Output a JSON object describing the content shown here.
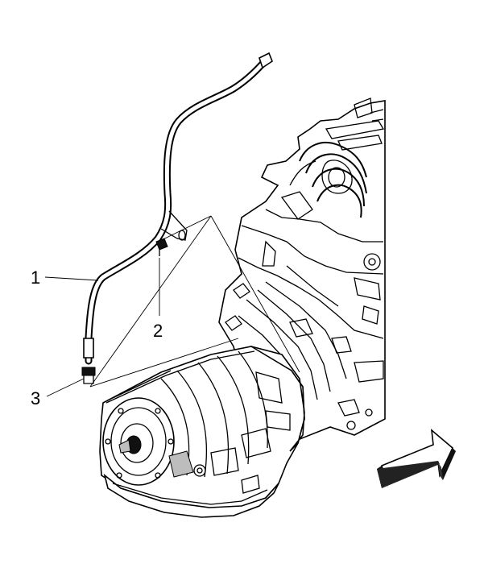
{
  "callouts": [
    {
      "label": "1",
      "part": "transmission-fluid-fill-tube"
    },
    {
      "label": "2",
      "part": "fill-tube-bolt"
    },
    {
      "label": "3",
      "part": "fill-tube-seal"
    }
  ],
  "icons": {
    "direction_arrow": "front-direction-arrow-icon"
  },
  "colors": {
    "line": "#000000",
    "background": "#ffffff",
    "shade": "#bdbdbd"
  }
}
